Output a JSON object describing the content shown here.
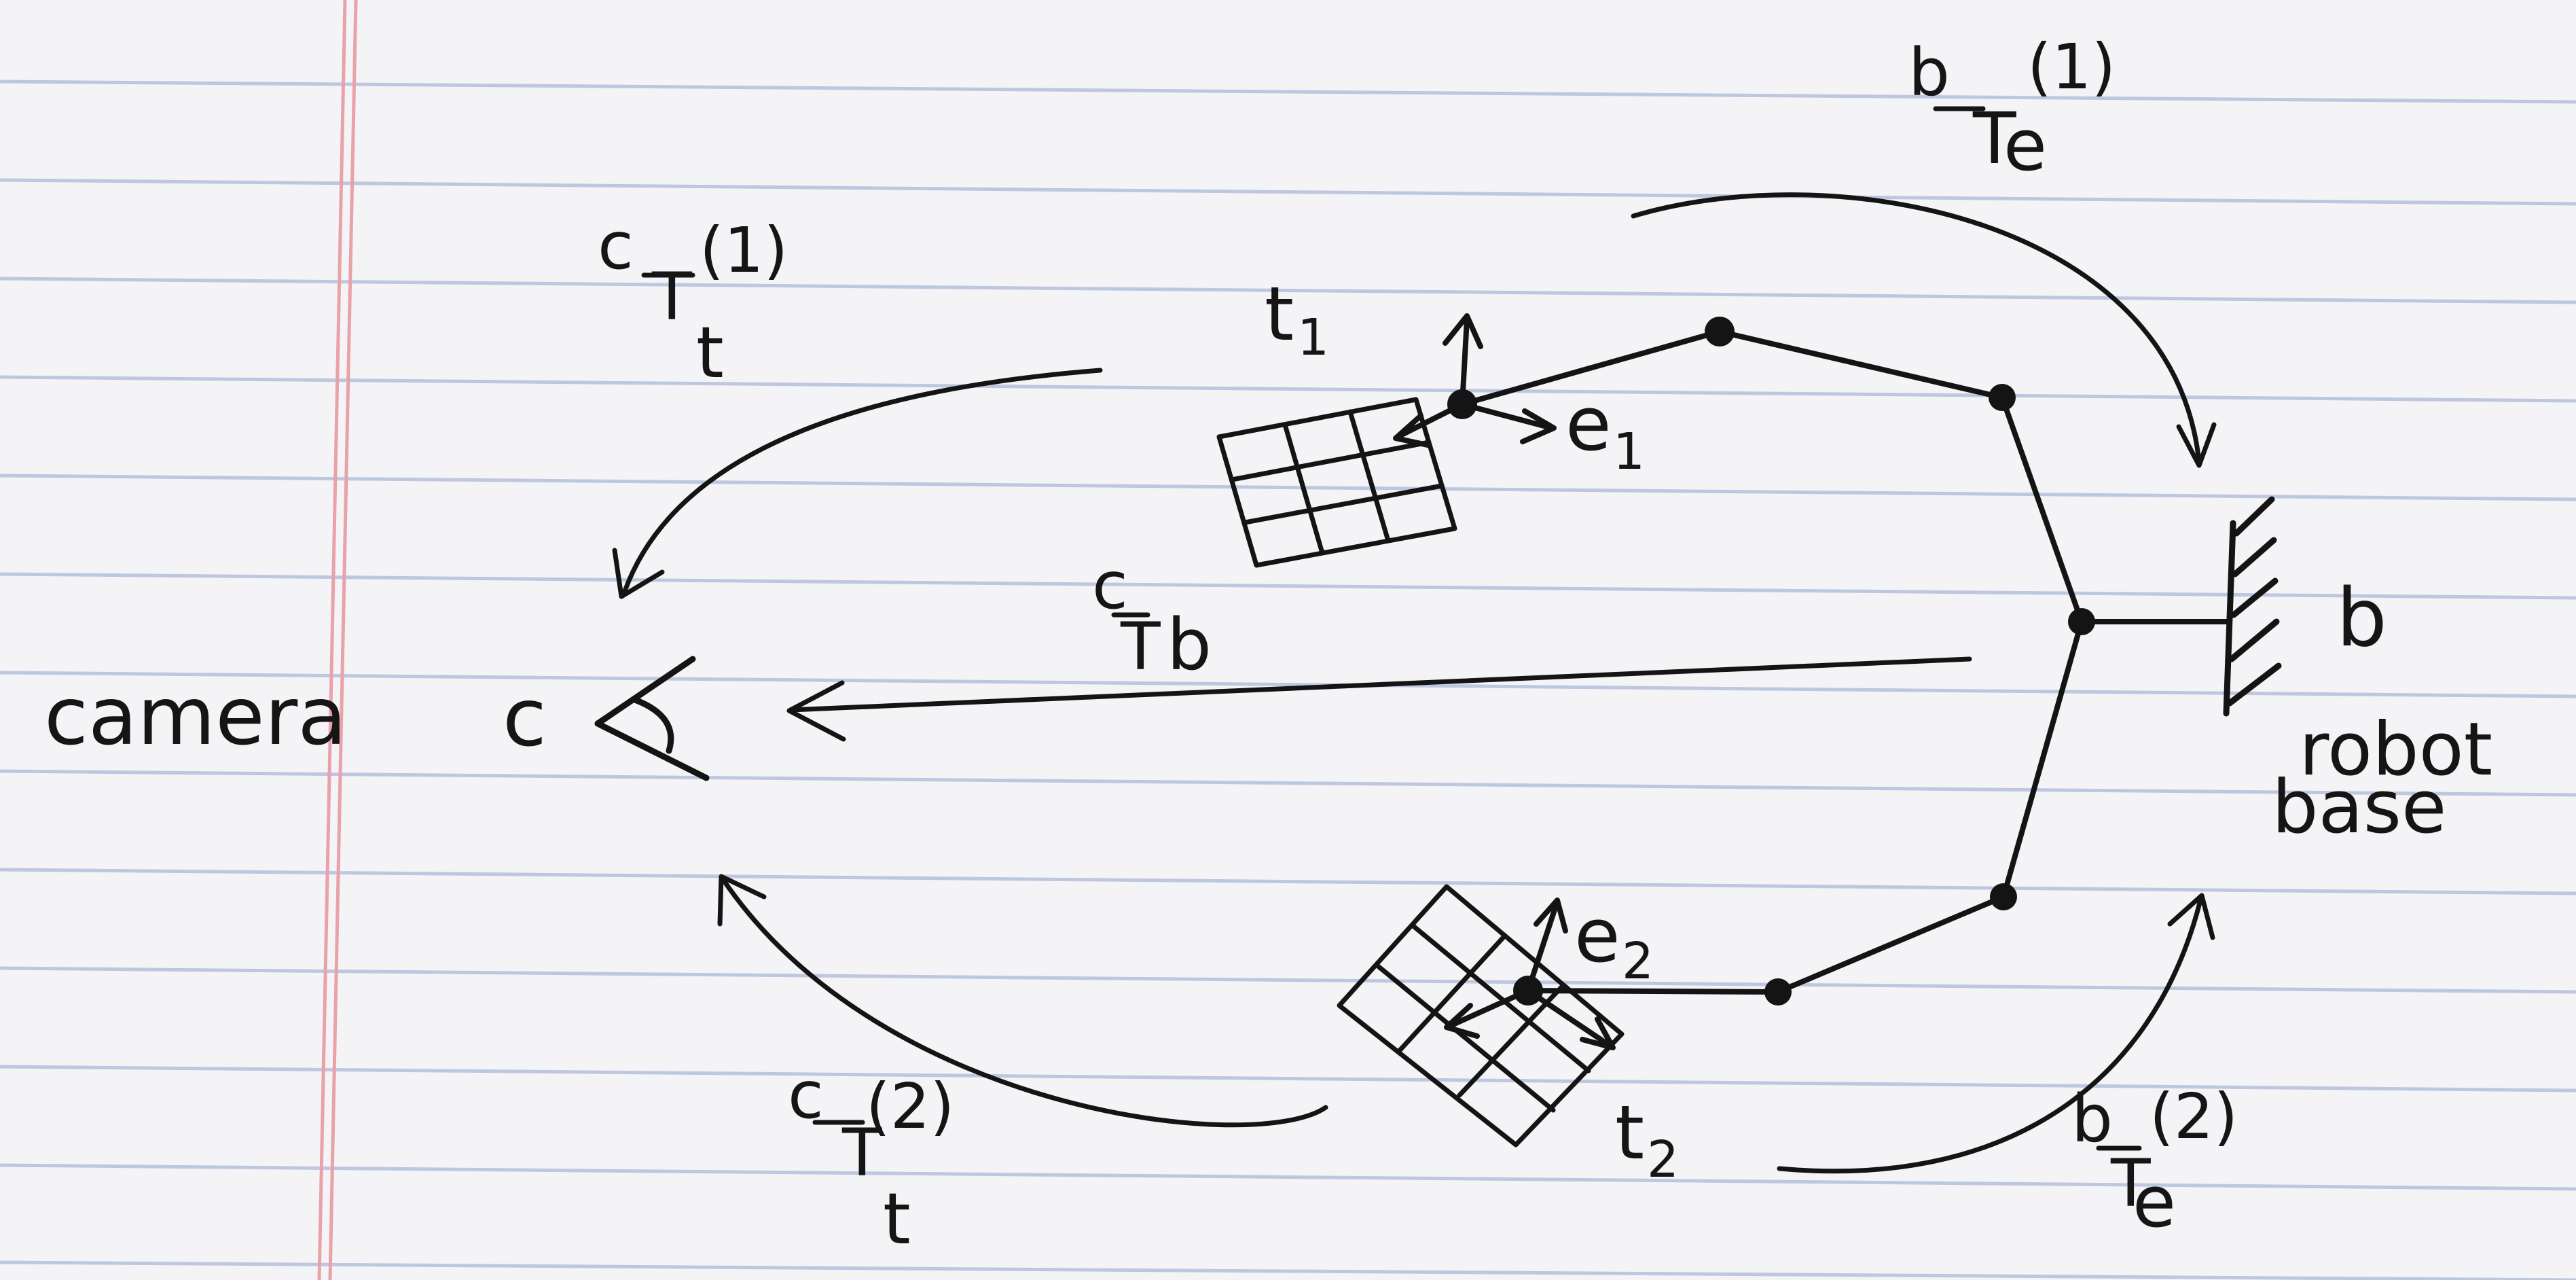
{
  "colors": {
    "paper": "#f4f3f6",
    "rule_line": "#b9c3de",
    "margin_line": "#e9a2aa",
    "ink": "#141414"
  },
  "labels": {
    "camera": "camera",
    "camera_frame": "c",
    "base_frame": "b",
    "robot": "robot",
    "base": "base",
    "target_1": "t",
    "target_1_sub": "1",
    "target_2": "t",
    "target_2_sub": "2",
    "effector_1": "e",
    "effector_1_sub": "1",
    "effector_2": "e",
    "effector_2_sub": "2",
    "cTt1": {
      "sup": "c",
      "main": "T",
      "sub": "t",
      "idx": "(1)"
    },
    "cTt2": {
      "sup": "c",
      "main": "T",
      "sub": "t",
      "idx": "(2)"
    },
    "bTe1": {
      "sup": "b",
      "main": "T",
      "sub": "e",
      "idx": "(1)"
    },
    "bTe2": {
      "sup": "b",
      "main": "T",
      "sub": "e",
      "idx": "(2)"
    },
    "cTb": {
      "sup": "c",
      "main": "T",
      "sub": "b"
    }
  }
}
